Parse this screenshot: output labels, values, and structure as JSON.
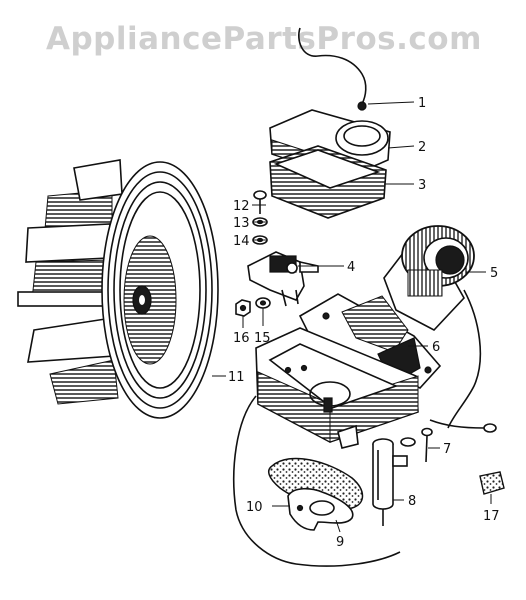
{
  "watermark": "AppliancePartsPros.com",
  "callouts": [
    "1",
    "2",
    "3",
    "4",
    "5",
    "6",
    "7",
    "8",
    "9",
    "10",
    "11",
    "12",
    "13",
    "14",
    "15",
    "16",
    "17"
  ],
  "colors": {
    "ink": "#111111",
    "watermark": "#cfcfcf",
    "background": "#ffffff"
  }
}
